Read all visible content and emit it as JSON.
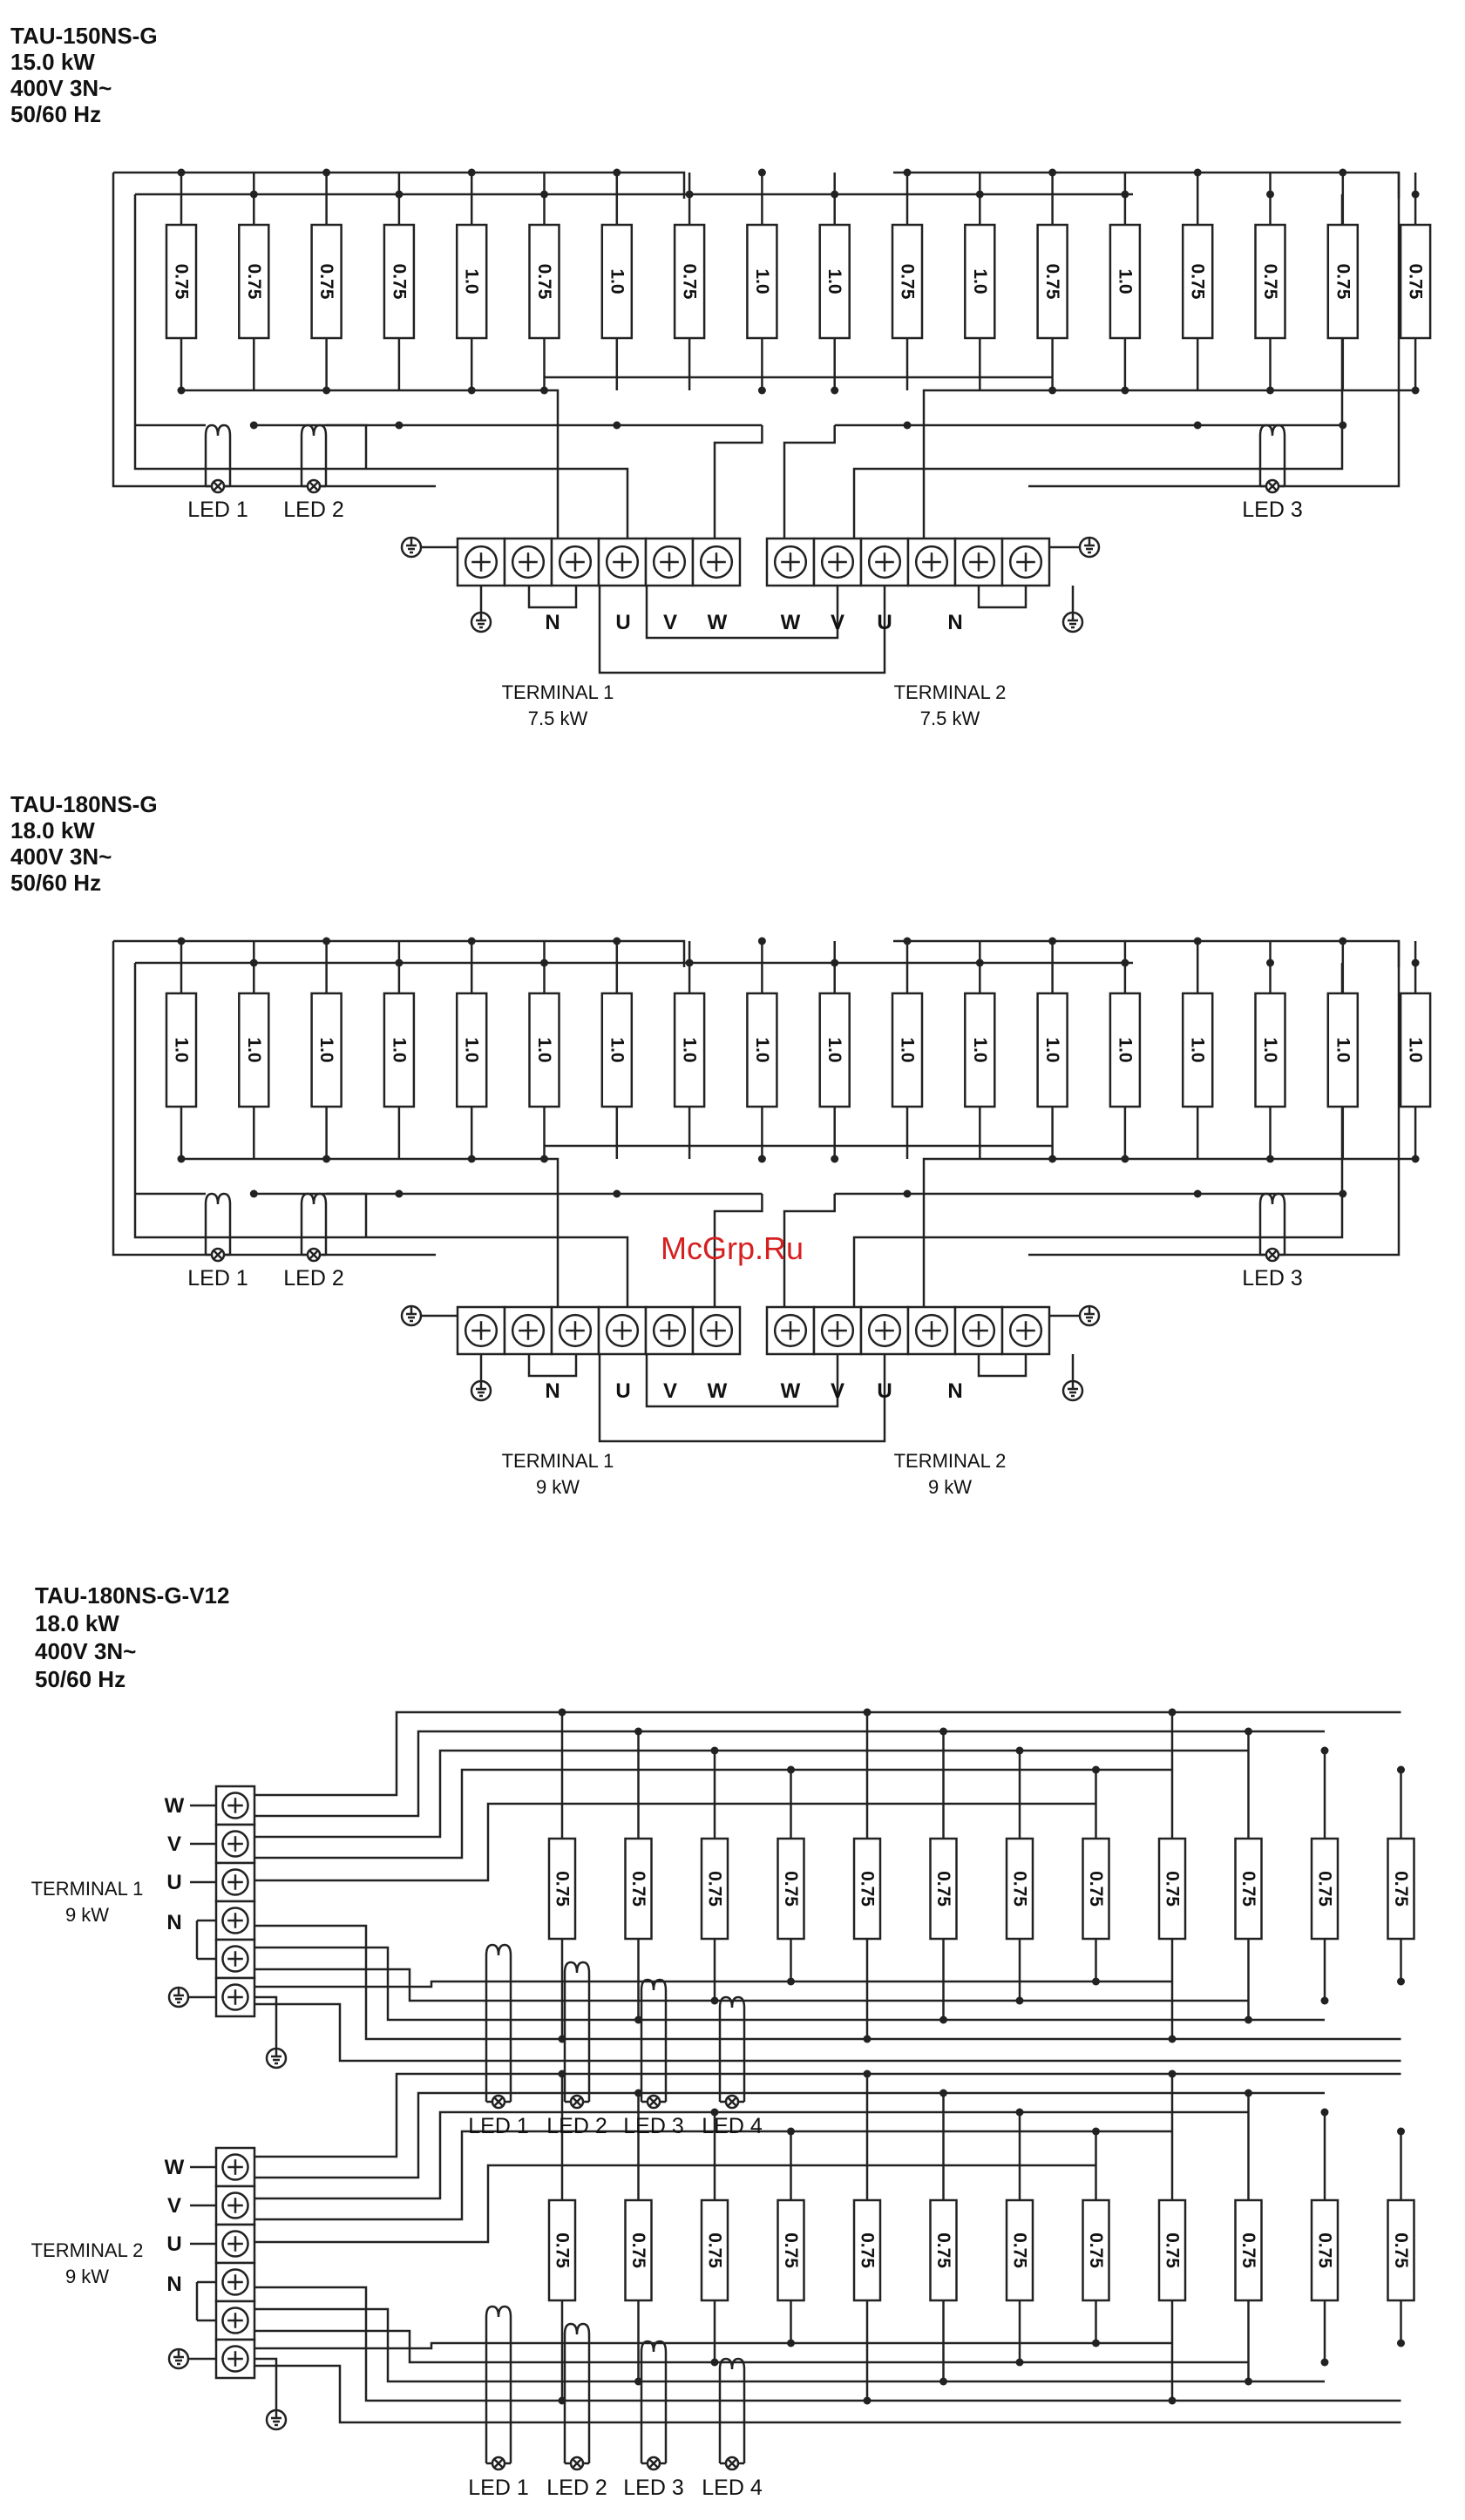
{
  "watermark": "McGrp.Ru",
  "sections": [
    {
      "id": "tau150",
      "title_lines": [
        "TAU-150NS-G",
        "15.0 kW",
        "400V 3N~",
        "50/60 Hz"
      ],
      "resistors": [
        "0.75",
        "0.75",
        "0.75",
        "0.75",
        "1.0",
        "0.75",
        "1.0",
        "0.75",
        "1.0",
        "1.0",
        "0.75",
        "1.0",
        "0.75",
        "1.0",
        "0.75",
        "0.75",
        "0.75",
        "0.75"
      ],
      "leds": [
        "LED 1",
        "LED 2",
        "LED 3"
      ],
      "terminal1": {
        "name": "TERMINAL 1",
        "power": "7.5 kW",
        "labels": [
          "N",
          "U",
          "V",
          "W"
        ]
      },
      "terminal2": {
        "name": "TERMINAL 2",
        "power": "7.5 kW",
        "labels": [
          "W",
          "V",
          "U",
          "N"
        ]
      }
    },
    {
      "id": "tau180",
      "title_lines": [
        "TAU-180NS-G",
        "18.0 kW",
        "400V 3N~",
        "50/60 Hz"
      ],
      "resistors": [
        "1.0",
        "1.0",
        "1.0",
        "1.0",
        "1.0",
        "1.0",
        "1.0",
        "1.0",
        "1.0",
        "1.0",
        "1.0",
        "1.0",
        "1.0",
        "1.0",
        "1.0",
        "1.0",
        "1.0",
        "1.0"
      ],
      "leds": [
        "LED 1",
        "LED 2",
        "LED 3"
      ],
      "terminal1": {
        "name": "TERMINAL 1",
        "power": "9 kW",
        "labels": [
          "N",
          "U",
          "V",
          "W"
        ]
      },
      "terminal2": {
        "name": "TERMINAL 2",
        "power": "9 kW",
        "labels": [
          "W",
          "V",
          "U",
          "N"
        ]
      }
    },
    {
      "id": "tau180v12",
      "title_lines": [
        "TAU-180NS-G-V12",
        "18.0 kW",
        "400V 3N~",
        "50/60 Hz"
      ],
      "blocks": [
        {
          "terminal_name": "TERMINAL 1",
          "terminal_power": "9 kW",
          "phase_labels": [
            "W",
            "V",
            "U",
            "N"
          ],
          "resistors": [
            "0.75",
            "0.75",
            "0.75",
            "0.75",
            "0.75",
            "0.75",
            "0.75",
            "0.75",
            "0.75",
            "0.75",
            "0.75",
            "0.75"
          ],
          "leds": [
            "LED 1",
            "LED 2",
            "LED 3",
            "LED 4"
          ]
        },
        {
          "terminal_name": "TERMINAL 2",
          "terminal_power": "9 kW",
          "phase_labels": [
            "W",
            "V",
            "U",
            "N"
          ],
          "resistors": [
            "0.75",
            "0.75",
            "0.75",
            "0.75",
            "0.75",
            "0.75",
            "0.75",
            "0.75",
            "0.75",
            "0.75",
            "0.75",
            "0.75"
          ],
          "leds": [
            "LED 1",
            "LED 2",
            "LED 3",
            "LED 4"
          ]
        }
      ]
    }
  ]
}
